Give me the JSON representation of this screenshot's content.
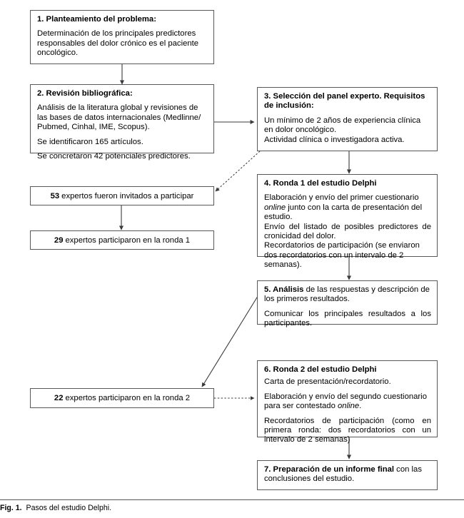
{
  "figure": {
    "caption_bold": "Fig. 1.",
    "caption_text": "Pasos del estudio Delphi."
  },
  "flow": {
    "box1": {
      "heading": "1.  Planteamiento del problema:",
      "body": "Determinación de los principales predictores responsables del dolor crónico es el paciente oncológico."
    },
    "box2": {
      "heading": "2.  Revisión bibliográfica:",
      "body1": "Análisis de la literatura global y revisiones de las bases de datos internacionales (Medlinne/ Pubmed, Cinhal, IME, Scopus).",
      "body2": "Se identificaron 165 artículos.",
      "body3": "Se concretaron 42 potenciales predictores."
    },
    "box3": {
      "heading": "3.  Selección del panel experto. Requisitos de inclusión:",
      "body1": "Un mínimo de 2 años de experiencia clínica en dolor oncológico.",
      "body2": "Actividad clínica o investigadora activa."
    },
    "box4": {
      "heading": "4.  Ronda 1 del estudio Delphi",
      "body1_a": "Elaboración y envío del primer cuestionario ",
      "body1_em": "online",
      "body1_b": " junto con la carta de presentación del estudio.",
      "body2": "Envío del listado de posibles predictores de cronicidad del dolor.",
      "body3": "Recordatorios de participación (se enviaron dos recordatorios con un intervalo de 2 semanas)."
    },
    "box5": {
      "heading": "5.  Análisis",
      "heading_rest": " de las respuestas y descripción de los primeros resultados.",
      "body1": "Comunicar los principales resultados a los participantes."
    },
    "box6": {
      "heading": "6.  Ronda 2 del estudio Delphi",
      "body1": "Carta de presentación/recordatorio.",
      "body2_a": "Elaboración y envío del segundo cuestionario para ser contestado ",
      "body2_em": "online",
      "body2_b": ".",
      "body3": "Recordatorios de participación (como en primera ronda: dos recordatorios con un intervalo de 2 semanas)"
    },
    "box7": {
      "heading": "7.  Preparación de un informe final",
      "heading_rest": " con las conclusiones del estudio."
    },
    "pill53": {
      "number": "53",
      "text": "expertos fueron invitados a participar"
    },
    "pill29": {
      "number": "29",
      "text": "expertos participaron en la ronda 1"
    },
    "pill22": {
      "number": "22",
      "text": "expertos participaron en la ronda 2"
    }
  },
  "chart_data": {
    "type": "diagram",
    "title": "Pasos del estudio Delphi",
    "nodes": [
      {
        "id": "1",
        "label": "Planteamiento del problema",
        "column": "left"
      },
      {
        "id": "2",
        "label": "Revisión bibliográfica",
        "column": "left"
      },
      {
        "id": "3",
        "label": "Selección del panel experto. Requisitos de inclusión",
        "column": "right"
      },
      {
        "id": "4",
        "label": "Ronda 1 del estudio Delphi",
        "column": "right"
      },
      {
        "id": "5",
        "label": "Análisis de las respuestas y descripción de los primeros resultados",
        "column": "right"
      },
      {
        "id": "6",
        "label": "Ronda 2 del estudio Delphi",
        "column": "right"
      },
      {
        "id": "7",
        "label": "Preparación de un informe final",
        "column": "right"
      },
      {
        "id": "p53",
        "label": "53 expertos fueron invitados a participar",
        "column": "left"
      },
      {
        "id": "p29",
        "label": "29 expertos participaron en la ronda 1",
        "column": "left"
      },
      {
        "id": "p22",
        "label": "22 expertos participaron en la ronda 2",
        "column": "left"
      }
    ],
    "edges": [
      {
        "from": "1",
        "to": "2",
        "style": "solid",
        "direction": "down"
      },
      {
        "from": "2",
        "to": "3",
        "style": "solid",
        "direction": "right"
      },
      {
        "from": "3",
        "to": "p53",
        "style": "dotted",
        "direction": "down-left"
      },
      {
        "from": "3",
        "to": "4",
        "style": "solid",
        "direction": "down"
      },
      {
        "from": "p53",
        "to": "p29",
        "style": "solid",
        "direction": "down"
      },
      {
        "from": "4",
        "to": "5",
        "style": "solid",
        "direction": "down"
      },
      {
        "from": "5",
        "to": "p22",
        "style": "solid",
        "direction": "down-left"
      },
      {
        "from": "p22",
        "to": "6",
        "style": "dotted",
        "direction": "right"
      },
      {
        "from": "6",
        "to": "7",
        "style": "solid",
        "direction": "down"
      }
    ],
    "colors": {
      "border": "#58585a",
      "background": "#ffffff",
      "text": "#000000"
    }
  }
}
